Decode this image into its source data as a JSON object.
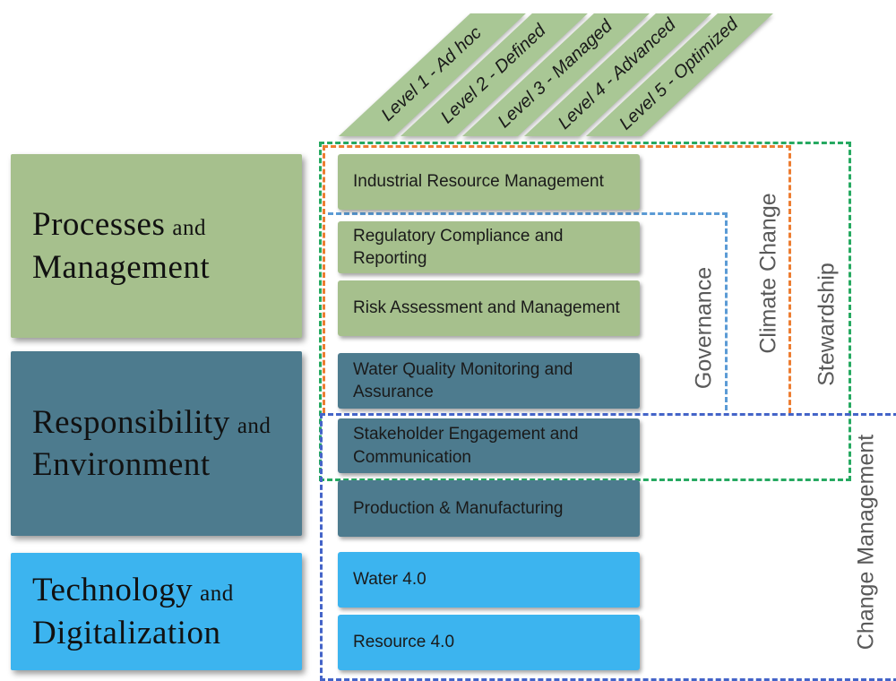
{
  "levels": [
    "Level 1 - Ad hoc",
    "Level 2 - Defined",
    "Level 3 - Managed",
    "Level 4 - Advanced",
    "Level 5 - Optimized"
  ],
  "categories": [
    {
      "word1": "Processes",
      "conj": "and",
      "word2": "Management",
      "color": "#a6c08d"
    },
    {
      "word1": "Responsibility",
      "conj": "and",
      "word2": "Environment",
      "color": "#4d7b8e"
    },
    {
      "word1": "Technology",
      "conj": "and",
      "word2": "Digitalization",
      "color": "#3cb4ef"
    }
  ],
  "bars": [
    {
      "label": "Industrial Resource Management",
      "group": "processes"
    },
    {
      "label": "Regulatory Compliance and Reporting",
      "group": "processes"
    },
    {
      "label": "Risk Assessment and Management",
      "group": "processes"
    },
    {
      "label": "Water Quality Monitoring and Assurance",
      "group": "responsibility"
    },
    {
      "label": "Stakeholder Engagement and Communication",
      "group": "responsibility"
    },
    {
      "label": "Production & Manufacturing",
      "group": "responsibility"
    },
    {
      "label": "Water 4.0",
      "group": "technology"
    },
    {
      "label": "Resource 4.0",
      "group": "technology"
    }
  ],
  "overlays": [
    {
      "label": "Governance",
      "color": "#5b9bd5"
    },
    {
      "label": "Climate Change",
      "color": "#ed7d31"
    },
    {
      "label": "Stewardship",
      "color": "#26a961"
    },
    {
      "label": "Change Management",
      "color": "#4464c8"
    }
  ],
  "colors": {
    "band_green": "#a9c795",
    "green": "#a6c08d",
    "teal": "#4d7b8e",
    "blue": "#3cb4ef",
    "dash_orange": "#ed7d31",
    "dash_light_blue": "#5b9bd5",
    "dash_green": "#26a961",
    "dash_dark_blue": "#4464c8",
    "label_gray": "#595959",
    "text_dark": "#1a1a1a"
  }
}
